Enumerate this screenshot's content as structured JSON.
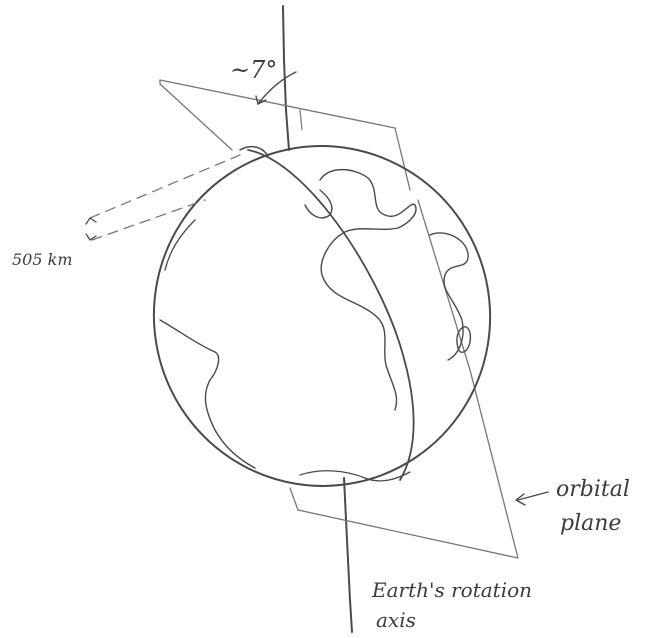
{
  "labels": {
    "tilt_angle": "~7°",
    "distance": "505 km",
    "orbital_plane_line1": "orbital",
    "orbital_plane_line2": "plane",
    "axis_line1": "Earth's rotation",
    "axis_line2": "axis"
  },
  "colors": {
    "paper": "#ffffff",
    "pencil": "#4a4a4a"
  }
}
